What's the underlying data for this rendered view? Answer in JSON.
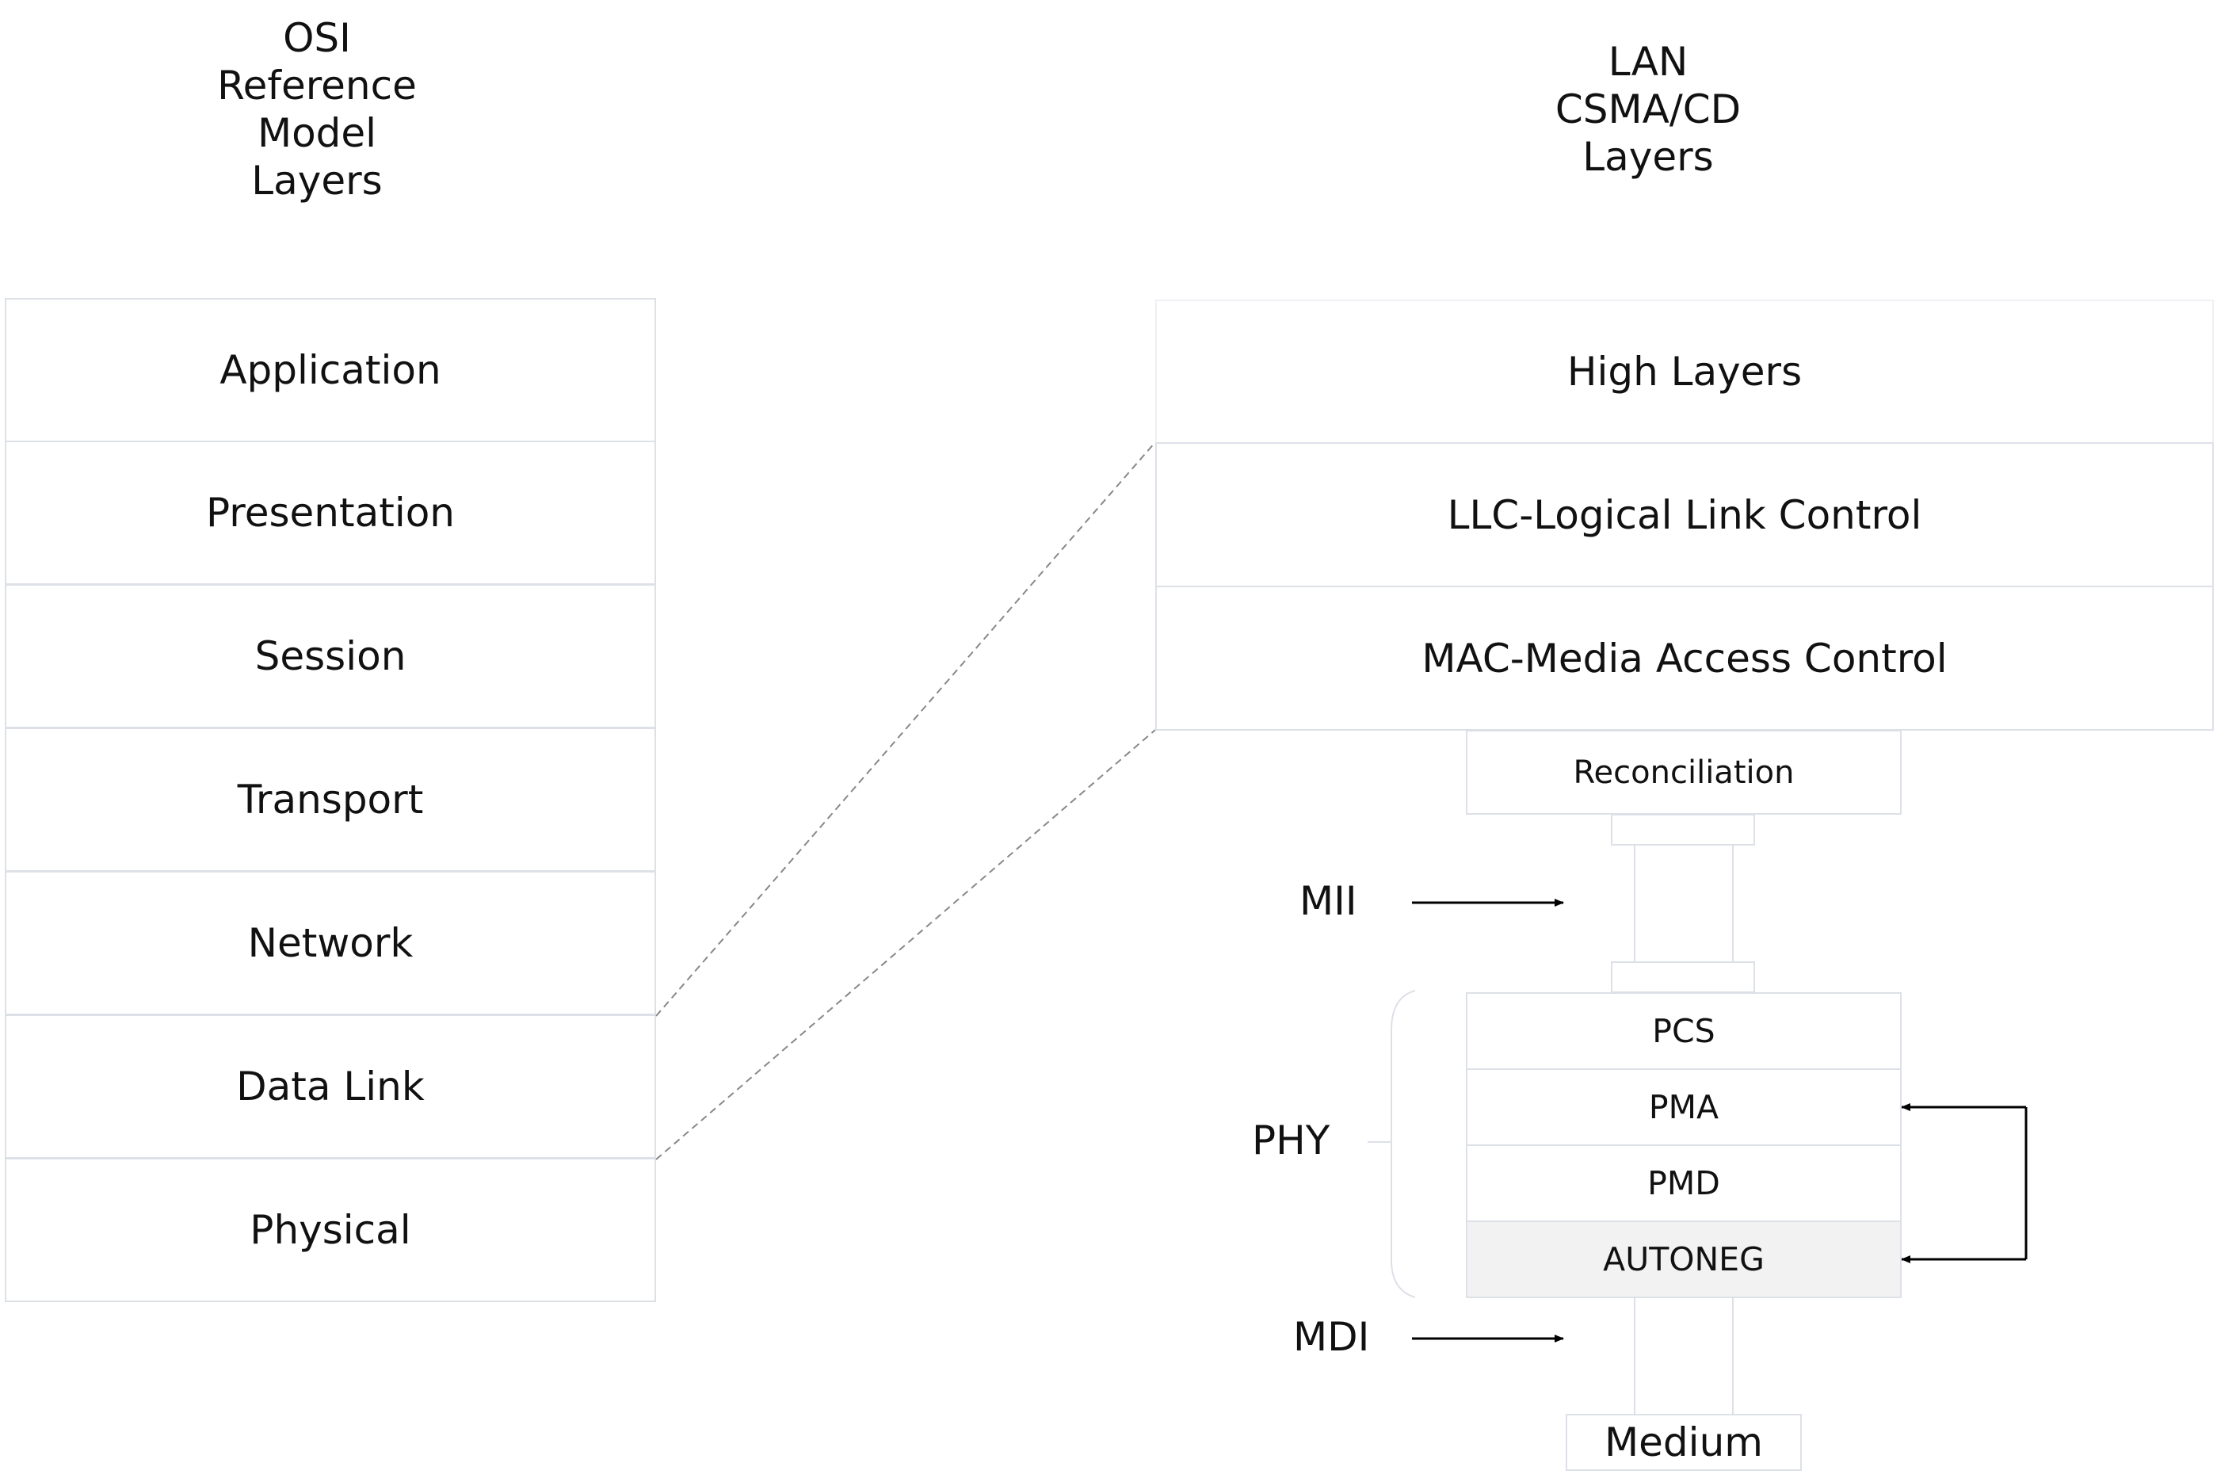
{
  "osi": {
    "title": "OSI\nReference\nModel\nLayers",
    "layers": [
      "Application",
      "Presentation",
      "Session",
      "Transport",
      "Network",
      "Data Link",
      "Physical"
    ]
  },
  "lan": {
    "title": "LAN\nCSMA/CD\nLayers",
    "high_layers": "High Layers",
    "llc": "LLC-Logical Link Control",
    "mac": "MAC-Media Access Control",
    "reconciliation": "Reconciliation",
    "phy_sublayers": [
      "PCS",
      "PMA",
      "PMD",
      "AUTONEG"
    ],
    "medium": "Medium"
  },
  "labels": {
    "mii": "MII",
    "phy": "PHY",
    "mdi": "MDI"
  },
  "colors": {
    "border": "#dde1e7",
    "autoneg_fill": "#f2f2f2",
    "arrow": "#000000"
  }
}
